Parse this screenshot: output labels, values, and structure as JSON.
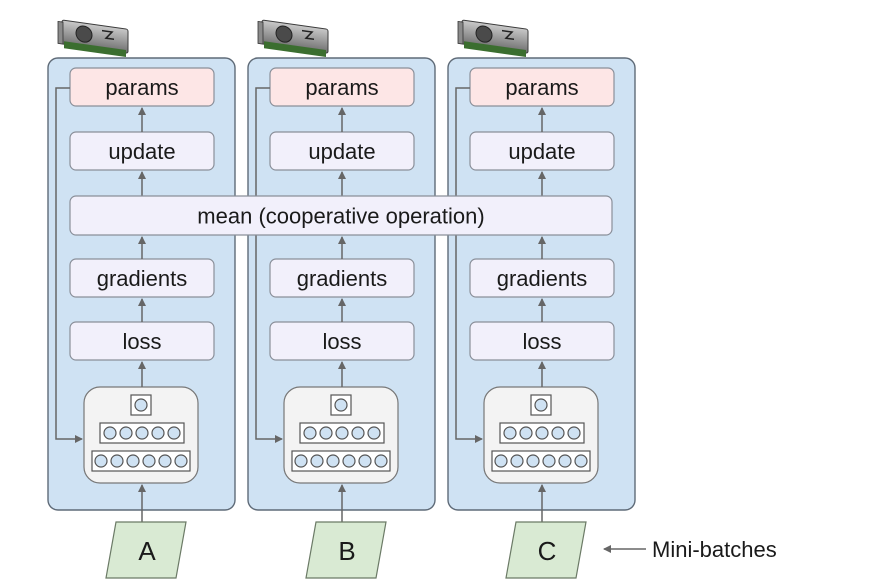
{
  "columns": [
    {
      "id": "gpu-a",
      "batch_label": "A"
    },
    {
      "id": "gpu-b",
      "batch_label": "B"
    },
    {
      "id": "gpu-c",
      "batch_label": "C"
    }
  ],
  "labels": {
    "params": "params",
    "update": "update",
    "mean": "mean (cooperative operation)",
    "gradients": "gradients",
    "loss": "loss",
    "mini_batches": "Mini-batches"
  },
  "colors": {
    "column_fill": "#cfe2f3",
    "column_stroke": "#5f6b78",
    "params_fill": "#fde6e6",
    "box_fill": "#f2f0fb",
    "box_stroke": "#8a8f99",
    "batch_fill": "#d9ead3",
    "arrow": "#666666",
    "neuron_fill": "#cfe2f3"
  },
  "icons": {
    "gpu": "gpu-card-icon",
    "network": "neural-network-icon"
  }
}
